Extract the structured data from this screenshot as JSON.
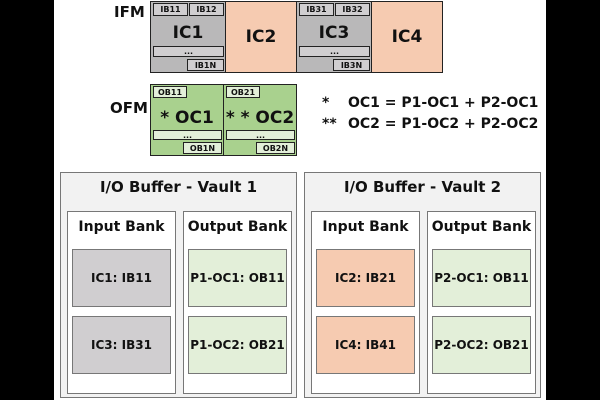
{
  "ifm": {
    "label": "IFM",
    "blocks": [
      {
        "name": "IC1",
        "sub_top": [
          "IB11",
          "IB12"
        ],
        "dots": "...",
        "sub_bottom": "IB1N",
        "color": "gray"
      },
      {
        "name": "IC2",
        "color": "peach"
      },
      {
        "name": "IC3",
        "sub_top": [
          "IB31",
          "IB32"
        ],
        "dots": "...",
        "sub_bottom": "IB3N",
        "color": "gray"
      },
      {
        "name": "IC4",
        "color": "peach"
      }
    ]
  },
  "ofm": {
    "label": "OFM",
    "blocks": [
      {
        "name": "* OC1",
        "sub_top": "OB11",
        "dots": "...",
        "sub_bottom": "OB1N"
      },
      {
        "name": "* * OC2",
        "sub_top": "OB21",
        "dots": "...",
        "sub_bottom": "OB2N"
      }
    ]
  },
  "equations": [
    {
      "marker": "*",
      "text": "OC1 = P1-OC1 + P2-OC1"
    },
    {
      "marker": "**",
      "text": "OC2 = P1-OC2 + P2-OC2"
    }
  ],
  "vaults": [
    {
      "title": "I/O Buffer - Vault 1",
      "input_bank": {
        "title": "Input Bank",
        "cells": [
          "IC1: IB11",
          "IC3: IB31"
        ]
      },
      "output_bank": {
        "title": "Output Bank",
        "cells": [
          "P1-OC1: OB11",
          "P1-OC2: OB21"
        ]
      }
    },
    {
      "title": "I/O Buffer - Vault 2",
      "input_bank": {
        "title": "Input Bank",
        "cells": [
          "IC2: IB21",
          "IC4: IB41"
        ]
      },
      "output_bank": {
        "title": "Output Bank",
        "cells": [
          "P2-OC1: OB11",
          "P2-OC2: OB21"
        ]
      }
    }
  ],
  "colors": {
    "gray": "#b9b8b9",
    "gray_light": "#d0ced0",
    "peach": "#f6cbb1",
    "green": "#a9d18e",
    "green_light": "#e3efd9",
    "vault_bg": "#f2f2f2"
  }
}
